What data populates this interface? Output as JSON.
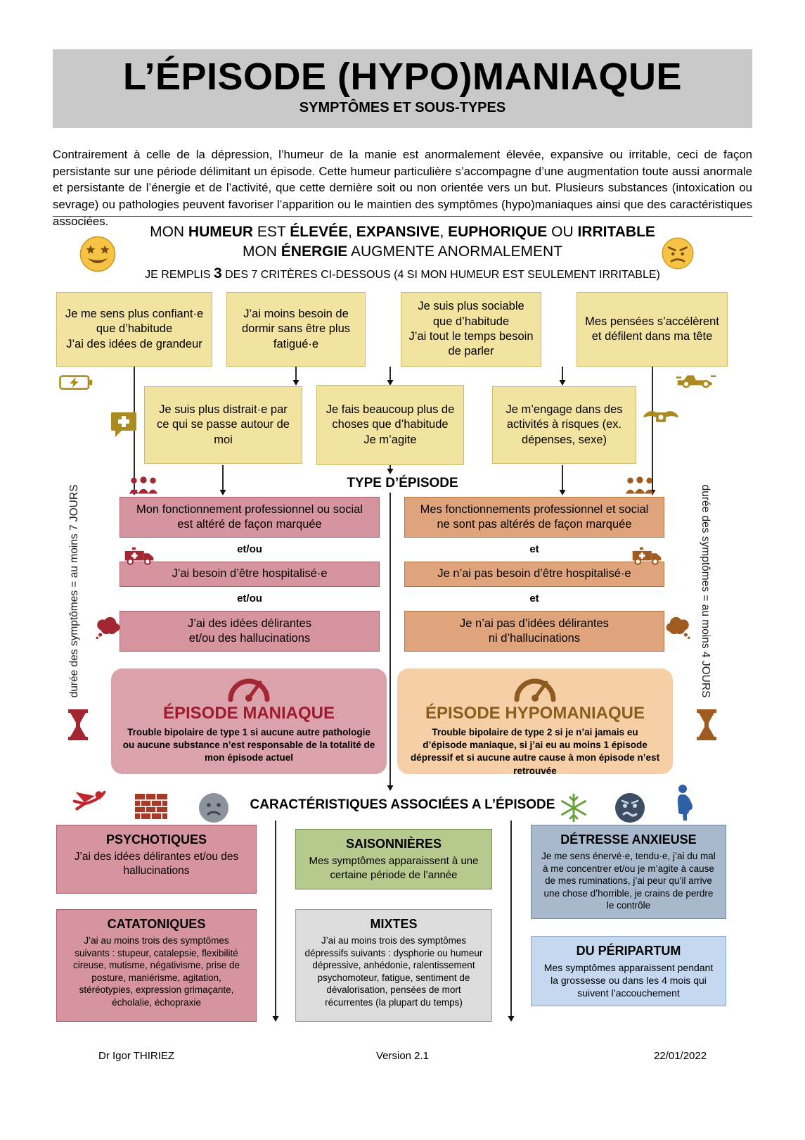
{
  "page": {
    "title": "L’ÉPISODE (HYPO)MANIAQUE",
    "subtitle": "SYMPTÔMES ET SOUS-TYPES",
    "intro": "Contrairement à celle de la dépression, l’humeur de la manie est anormalement élevée, expansive ou irritable, ceci de façon persistante sur une période délimitant un épisode. Cette humeur particulière s’accompagne d’une augmentation toute aussi anormale et persistante de l’énergie et de l’activité, que cette dernière soit ou non orientée vers un but. Plusieurs substances (intoxication ou sevrage) ou pathologies peuvent favoriser l’apparition ou le maintien des symptômes (hypo)maniaques ainsi que des caractéristiques associées."
  },
  "mood": {
    "line1_html": "MON <b>HUMEUR</b> EST <b>ÉLEVÉE</b>, <b>EXPANSIVE</b>, <b>EUPHORIQUE</b> OU <b>IRRITABLE</b>",
    "line2_html": "MON <b>ÉNERGIE</b> AUGMENTE ANORMALEMENT",
    "line3_html": "JE REMPLIS <b class=\"big-num\">3</b> DES 7 CRITÈRES CI-DESSOUS (4 SI MON HUMEUR EST SEULEMENT IRRITABLE)"
  },
  "criteria": [
    {
      "text": "Je me sens plus confiant·e que d’habitude\nJ’ai des idées de grandeur"
    },
    {
      "text": "J’ai moins besoin de dormir sans être plus fatigué·e"
    },
    {
      "text": "Je suis plus sociable que d’habitude\nJ’ai tout le temps besoin de parler"
    },
    {
      "text": "Mes pensées s’accélèrent et défilent dans ma tête"
    },
    {
      "text": "Je suis plus distrait·e par ce qui se passe autour de moi"
    },
    {
      "text": "Je fais beaucoup plus de choses que d’habitude\nJe m’agite"
    },
    {
      "text": "Je m’engage dans des activités à risques (ex. dépenses, sexe)"
    }
  ],
  "episode_type": {
    "heading": "TYPE D’ÉPISODE",
    "manic": {
      "impairment": "Mon fonctionnement professionnel ou social est altéré de façon marquée",
      "connector1": "et/ou",
      "hospital": "J’ai besoin d’être hospitalisé·e",
      "connector2": "et/ou",
      "delusions": "J’ai des idées délirantes\net/ou des hallucinations",
      "title": "ÉPISODE MANIAQUE",
      "description": "Trouble bipolaire de type 1 si aucune autre pathologie ou aucune substance n’est responsable de la totalité de mon épisode actuel",
      "duration_label": "durée des symptômes = au moins 7 JOURS"
    },
    "hypomanic": {
      "impairment": "Mes fonctionnements professionnel et social ne sont pas altérés de façon marquée",
      "connector1": "et",
      "hospital": "Je n’ai pas besoin d’être hospitalisé·e",
      "connector2": "et",
      "delusions": "Je n’ai pas d’idées délirantes\nni d’hallucinations",
      "title": "ÉPISODE HYPOMANIAQUE",
      "description": "Trouble bipolaire de type 2 si je n’ai jamais eu d’épisode maniaque, si j’ai eu au moins 1 épisode dépressif et si aucune autre cause à mon épisode n’est retrouvée",
      "duration_label": "durée des symptômes = au moins 4 JOURS"
    }
  },
  "features": {
    "heading": "CARACTÉRISTIQUES ASSOCIÉES A L’ÉPISODE",
    "boxes": [
      {
        "title": "PSYCHOTIQUES",
        "text": "J’ai des idées délirantes et/ou des hallucinations"
      },
      {
        "title": "SAISONNIÈRES",
        "text": "Mes symptômes apparaissent à une certaine période de l’année"
      },
      {
        "title": "DÉTRESSE ANXIEUSE",
        "text": "Je me sens énervé·e, tendu·e, j’ai du mal à me concentrer et/ou je m’agite à cause de mes ruminations, j’ai peur qu’il arrive une chose d’horrible, je crains de perdre le contrôle"
      },
      {
        "title": "CATATONIQUES",
        "text": "J’ai au moins trois des symptômes suivants : stupeur, catalepsie, flexibilité cireuse, mutisme, négativisme, prise de posture, maniérisme, agitation, stéréotypies, expression grimaçante, écholalie, échopraxie"
      },
      {
        "title": "MIXTES",
        "text": "J’ai au moins trois des symptômes dépressifs suivants : dysphorie ou humeur dépressive, anhédonie, ralentissement psychomoteur, fatigue, sentiment de dévalorisation, pensées de mort récurrentes (la plupart du temps)"
      },
      {
        "title": "DU PÉRIPARTUM",
        "text": "Mes symptômes apparaissent pendant la grossesse ou dans les 4 mois qui suivent l’accouchement"
      }
    ]
  },
  "footer": {
    "author": "Dr Igor THIRIEZ",
    "version": "Version 2.1",
    "date": "22/01/2022"
  },
  "colors": {
    "title_bar_gray": "#c9c9c9",
    "criteria_yellow": "#f3e3a0",
    "manic_pink": "#d6949e",
    "manic_card_pink": "#dba2ab",
    "manic_accent_red": "#9c1b2e",
    "hypomanic_orange": "#dfa47c",
    "hypomanic_card_orange": "#f7cfa6",
    "hypomanic_accent_brown": "#8a5c1e",
    "seasonal_green": "#b5ca8c",
    "anxious_blue_gray": "#a9b9cd",
    "peripartum_blue": "#c5d8f0",
    "mixed_gray": "#dcdcdc",
    "icon_gold": "#ab8b21"
  },
  "icons": [
    "star-struck-face-icon",
    "irritated-face-icon",
    "battery-charging-icon",
    "race-car-icon",
    "speech-bubble-plus-icon",
    "winged-money-icon",
    "group-icon",
    "ambulance-icon",
    "thought-cloud-icon",
    "speedometer-icon",
    "hourglass-icon",
    "superhero-icon",
    "brick-wall-icon",
    "sad-face-icon",
    "snowflake-icon",
    "worried-face-icon",
    "pregnant-woman-icon"
  ]
}
